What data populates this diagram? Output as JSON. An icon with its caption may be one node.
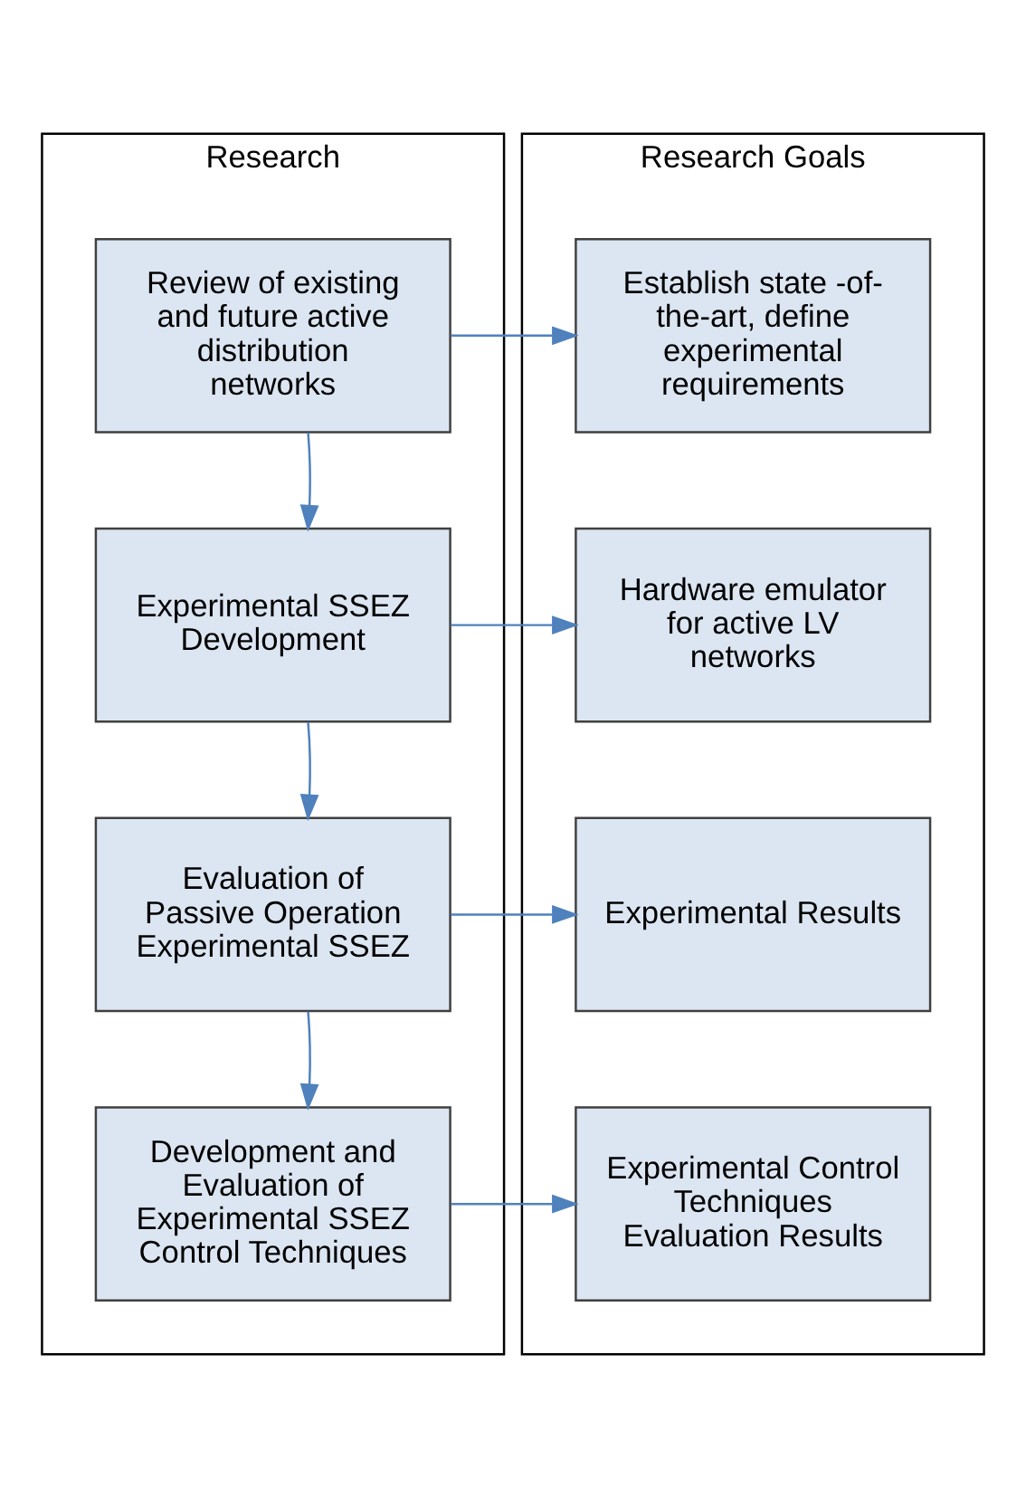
{
  "diagram": {
    "nodes": [
      {
        "text": [
          "Research"
        ]
      },
      {
        "text": [
          "Review of existing and future active distribution networks"
        ],
        "in": 0
      },
      {
        "text": [
          "Experimental SSEZ Development"
        ],
        "in": 0
      },
      {
        "text": [
          "Evaluation of Passive Operation Experimental SSEZ"
        ],
        "in": 0
      },
      {
        "text": [
          "Development and Evaluation of Experimental SSEZ Control Techniques"
        ],
        "in": 0
      },
      {
        "text": [
          "Research Goals"
        ]
      },
      {
        "text": [
          "Establish state -of- the-art, define experimental requirements"
        ],
        "in": 5
      },
      {
        "text": [
          "Hardware emulator for active LV networks"
        ],
        "in": 5
      },
      {
        "text": [
          "Experimental Results"
        ],
        "in": 5
      },
      {
        "text": [
          "Experimental Control Techniques Evaluation Results"
        ],
        "in": 5
      }
    ],
    "edges": [
      {
        "from": 1,
        "to": 2,
        "arrow": "to"
      },
      {
        "from": 1,
        "to": 6,
        "arrow": "to"
      },
      {
        "from": 2,
        "to": 3,
        "arrow": "to"
      },
      {
        "from": 2,
        "to": 7,
        "arrow": "to"
      },
      {
        "from": 3,
        "to": 4,
        "arrow": "to"
      },
      {
        "from": 3,
        "to": 8,
        "arrow": "to"
      },
      {
        "from": 4,
        "to": 9,
        "arrow": "to"
      }
    ]
  }
}
